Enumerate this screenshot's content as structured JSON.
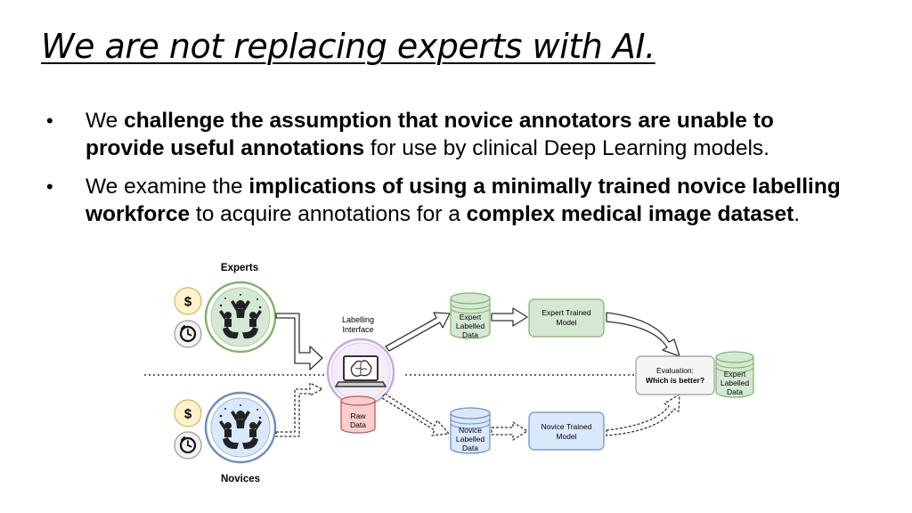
{
  "slide": {
    "title": "We are not replacing experts with AI.",
    "bullets": [
      {
        "p1": "We ",
        "b1": "challenge the assumption that novice annotators are unable to provide useful annotations",
        "p2": " for use by clinical Deep Learning models."
      },
      {
        "p1": "We examine the ",
        "b1": "implications of using a minimally trained novice labelling workforce",
        "p2": " to acquire annotations for a ",
        "b2": "complex medical image dataset",
        "p3": "."
      }
    ]
  },
  "diagram": {
    "experts_label": "Experts",
    "novices_label": "Novices",
    "cost_symbol": "$",
    "icons": {
      "cost": "dollar-icon",
      "time": "clock-icon",
      "people": "people-hands-icon",
      "interface": "laptop-brain-icon",
      "database": "database-cylinder-icon"
    },
    "labelling_interface": [
      "Labelling",
      "Interface"
    ],
    "raw_data": [
      "Raw",
      "Data"
    ],
    "expert_labelled_data": [
      "Expert",
      "Labelled",
      "Data"
    ],
    "novice_labelled_data": [
      "Novice",
      "Labelled",
      "Data"
    ],
    "expert_trained_model": [
      "Expert Trained",
      "Model"
    ],
    "novice_trained_model": [
      "Novice Trained",
      "Model"
    ],
    "evaluation": [
      "Evaluation:",
      "Which is better?"
    ],
    "evaluation_reference_data": [
      "Expert",
      "Labelled",
      "Data"
    ],
    "colors": {
      "green_fill": "#d5e8d4",
      "green_stroke": "#82b366",
      "blue_fill": "#dae8fc",
      "blue_stroke": "#6c8ebf",
      "red_fill": "#f8cecc",
      "red_stroke": "#b85450",
      "yellow_fill": "#fff2cc",
      "yellow_stroke": "#d6b656",
      "purple_stroke": "#c9a8e0",
      "grey_fill": "#f5f5f5",
      "grey_stroke": "#999999"
    }
  }
}
